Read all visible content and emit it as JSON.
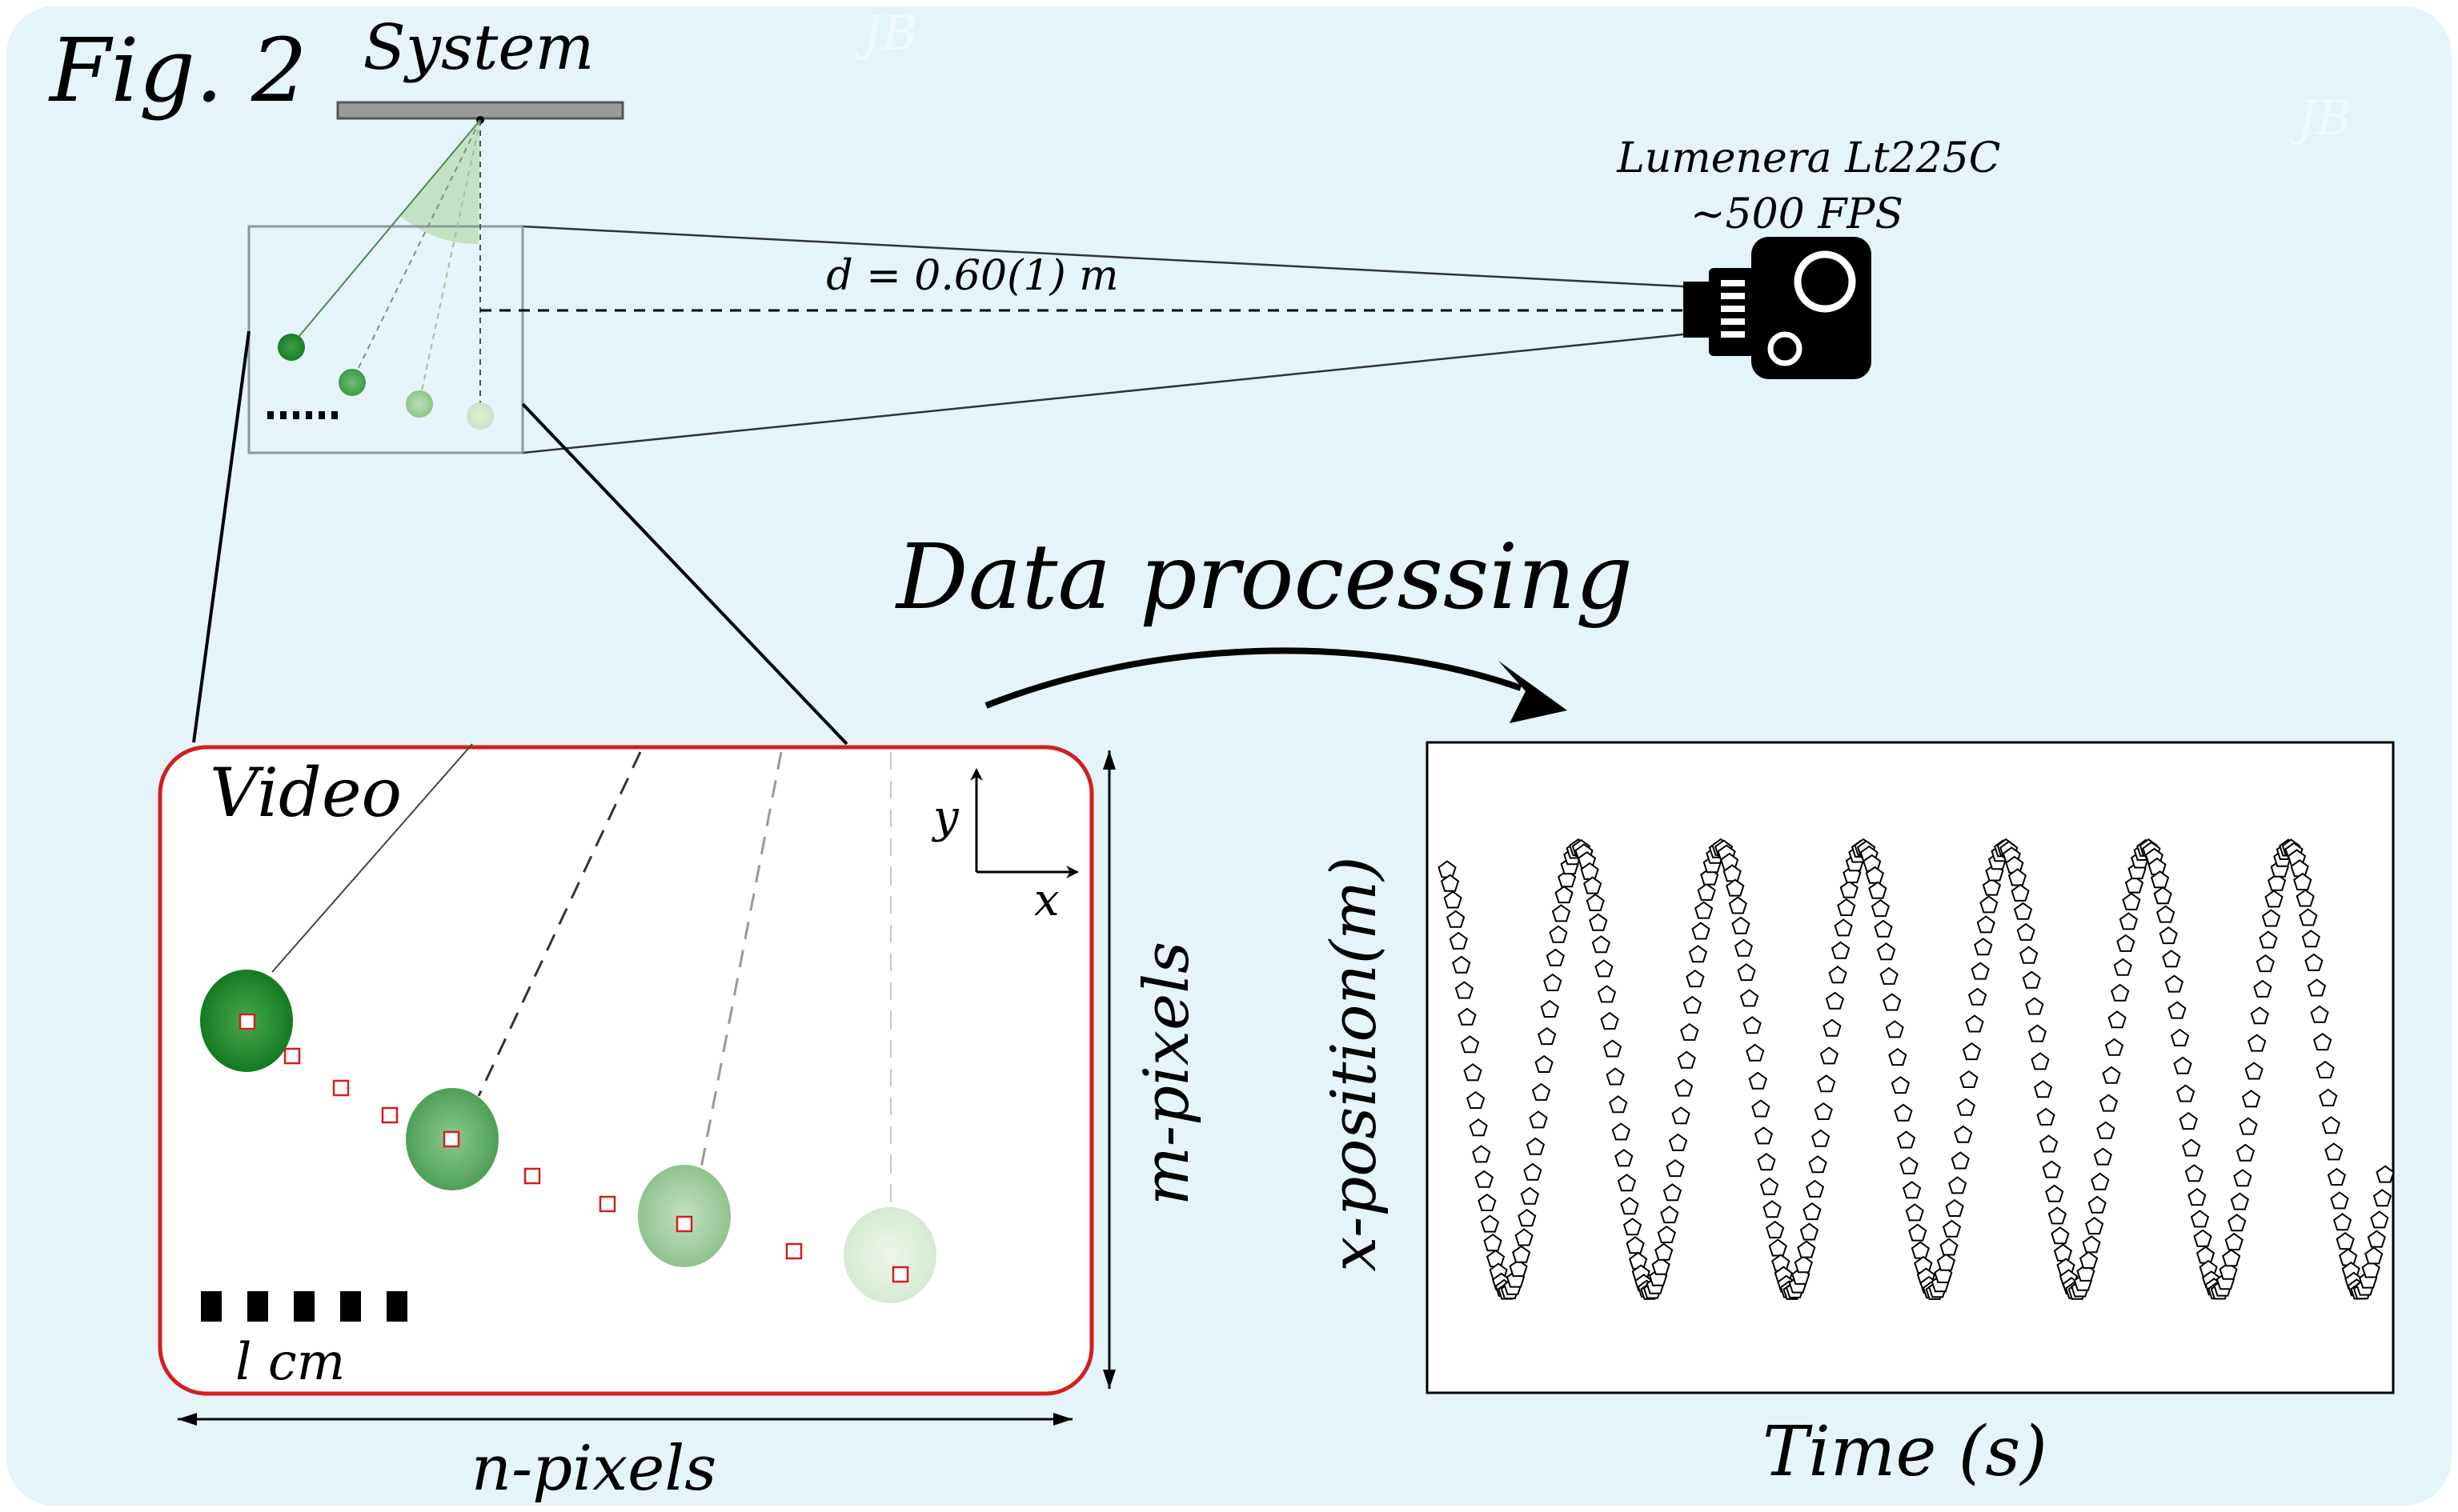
{
  "figure_label": "Fig. 2",
  "system_label": "System",
  "camera": {
    "model": "Lumenera Lt225C",
    "fps": "~500 FPS"
  },
  "distance_label": "d = 0.60(1) m",
  "process_label": "Data processing",
  "video": {
    "title": "Video",
    "axis_y": "y",
    "axis_x": "x",
    "scale_label": "l cm",
    "width_label": "n-pixels",
    "height_label": "m-pixels"
  },
  "watermark": "JB",
  "colors": {
    "background": "#e4f4f9",
    "pendulum_green": "#2f8f3a",
    "track_red": "#d41e1e",
    "frame_red": "#d41e1e"
  },
  "chart_data": {
    "type": "scatter",
    "xlabel": "Time (s)",
    "ylabel": "x-position(m)",
    "marker": "pentagon",
    "oscillation_cycles": 6.6,
    "grid": false
  }
}
